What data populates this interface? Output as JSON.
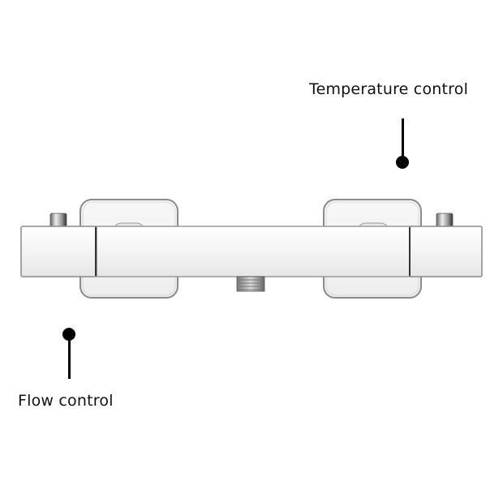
{
  "annotations": {
    "temperature": {
      "label": "Temperature control"
    },
    "flow": {
      "label": "Flow control"
    }
  },
  "product": {
    "name": "thermostatic-bar-shower-valve",
    "colors": {
      "chrome_light": "#fbfbfb",
      "chrome_mid": "#e2e2e2",
      "chrome_edge": "#8a8a8a",
      "chrome_dark": "#555555"
    }
  }
}
